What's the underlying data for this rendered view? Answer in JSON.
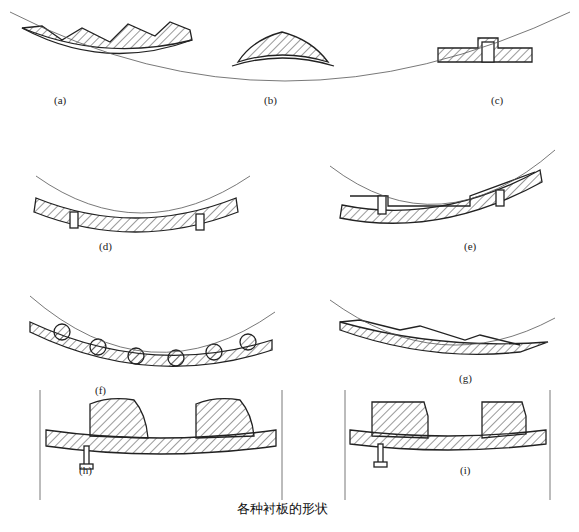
{
  "diagram": {
    "caption": "各种衬板的形状",
    "labels": [
      "(a)",
      "(b)",
      "(c)",
      "(d)",
      "(e)",
      "(f)",
      "(g)",
      "(h)",
      "(i)"
    ]
  }
}
